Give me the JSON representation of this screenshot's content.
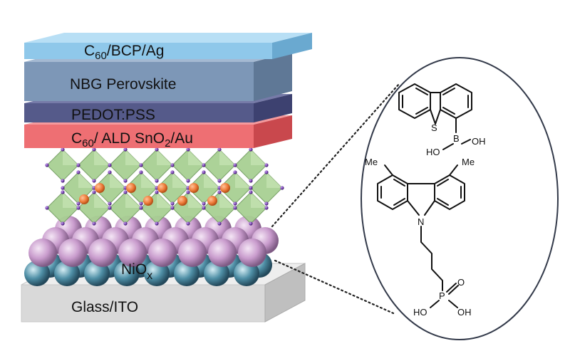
{
  "layers": {
    "top": {
      "label_main": "C",
      "label_sub": "60",
      "label_rest": "/BCP/Ag",
      "color": "#8fc8ea"
    },
    "perovskite": {
      "label": "NBG Perovskite",
      "color": "#7d97b7"
    },
    "pedot": {
      "label": "PEDOT:PSS",
      "color": "#555a8a"
    },
    "recomb": {
      "label_main": "C",
      "label_sub": "60",
      "label_mid": "/ ALD SnO",
      "label_sub2": "2",
      "label_rest": "/Au",
      "color": "#ee6f73"
    },
    "nio": {
      "label_main": "NiO",
      "label_sub": "x"
    },
    "glass": {
      "label": "Glass/ITO",
      "color": "#d9d9d9"
    }
  },
  "colors": {
    "octahedron": "#9fc98a",
    "octahedron_dark": "#6f9a5c",
    "cation": "#ef7d3b",
    "halide": "#7a46b4",
    "sphere_pink": "#c99ccd",
    "sphere_teal": "#4f8fa6"
  },
  "molecules": {
    "molecule1": {
      "heteroatom": "S",
      "boron": "B",
      "hydroxyl_left": "HO",
      "hydroxyl_right": "OH"
    },
    "molecule2": {
      "methyl_left": "Me",
      "methyl_right": "Me",
      "nitrogen": "N",
      "phosphorus": "P",
      "oxo": "O",
      "hydroxyl_left": "HO",
      "hydroxyl_right": "OH"
    }
  }
}
